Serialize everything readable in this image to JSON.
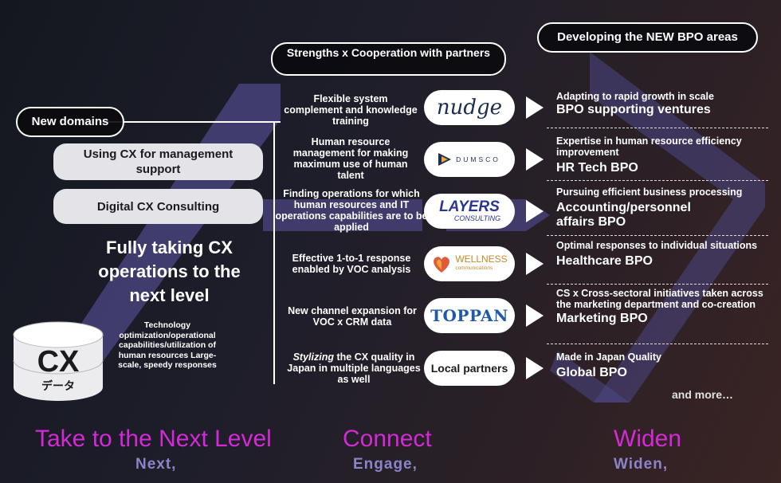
{
  "header": {
    "strengths_title": "Strengths x Cooperation with partners",
    "bpo_title": "Developing the NEW BPO areas"
  },
  "left": {
    "new_domains_label": "New domains",
    "domain1": "Using CX for management support",
    "domain2": "Digital CX Consulting",
    "headline": "Fully taking CX operations  to the next level",
    "db_label_main": "CX",
    "db_label_sub": "データ",
    "capabilities": "Technology optimization/operational capabilities/utilization of human resources Large-scale, speedy responses"
  },
  "rows": [
    {
      "desc": "Flexible system complement and knowledge training",
      "partner": "nudge",
      "area_sub": "Adapting to rapid growth in scale",
      "area_main": "BPO supporting ventures"
    },
    {
      "desc": "Human resource management for making maximum use of human talent",
      "partner": "DUMSCO",
      "area_sub": "Expertise in human resource efficiency improvement",
      "area_main": "HR Tech BPO"
    },
    {
      "desc": "Finding operations for which human resources and IT operations capabilities are to be applied",
      "partner": "LAYERS",
      "partner_sub": "CONSULTING",
      "area_sub": "Pursuing efficient business processing",
      "area_main": "Accounting/personnel affairs BPO"
    },
    {
      "desc": "Effective 1-to-1 response enabled by VOC analysis",
      "partner": "WELLNESS",
      "partner_sub": "communications",
      "area_sub": "Optimal responses to individual situations",
      "area_main": "Healthcare BPO"
    },
    {
      "desc": "New channel expansion for VOC x CRM data",
      "partner": "TOPPAN",
      "area_sub": "CS x Cross-sectoral initiatives taken across the marketing department and co-creation",
      "area_main": "Marketing BPO"
    },
    {
      "desc_em": "Stylizing",
      "desc": " the CX quality in Japan in multiple languages as well",
      "partner": "Local partners",
      "area_sub": "Made in Japan Quality",
      "area_main": "Global BPO"
    }
  ],
  "and_more": "and more…",
  "footer": {
    "col1_big": "Take to the Next Level",
    "col1_small": "Next,",
    "col2_big": "Connect",
    "col2_small": "Engage,",
    "col3_big": "Widen",
    "col3_small": "Widen,"
  },
  "colors": {
    "accent_purple": "#5b4e9c",
    "footer_magenta": "#d42ad6",
    "footer_small_purple": "#8c84c8",
    "layers_blue": "#2a3694",
    "toppan_blue": "#1f5aa8"
  }
}
